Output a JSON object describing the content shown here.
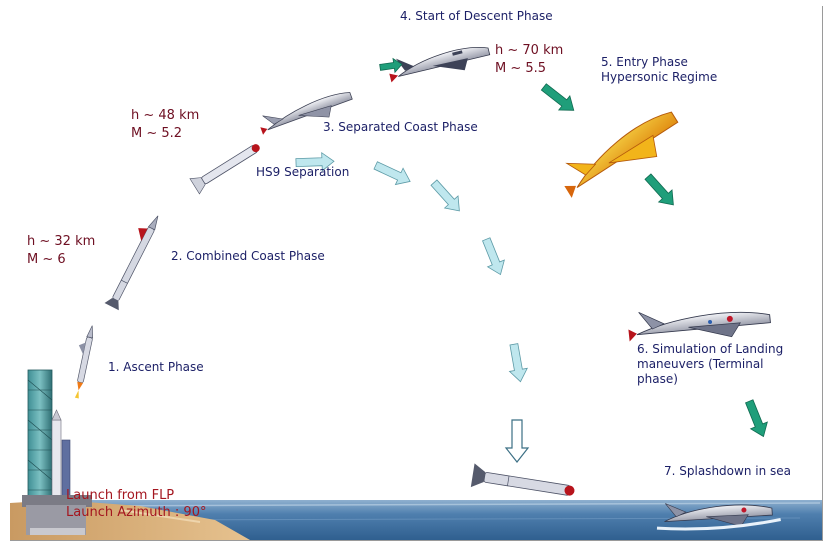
{
  "phases": {
    "ascent": "1.  Ascent Phase",
    "combined_coast": "2. Combined Coast Phase",
    "separated_coast": "3. Separated Coast  Phase",
    "hs9_separation": "HS9 Separation",
    "start_descent": "4. Start of Descent  Phase",
    "entry_line1": "5. Entry Phase",
    "entry_line2": "Hypersonic Regime",
    "landing_sim": "6. Simulation of Landing\n   maneuvers (Terminal\n   phase)",
    "splashdown": "7.   Splashdown in sea"
  },
  "conditions": {
    "ascent": {
      "h": "h ~ 32 km",
      "m": "M ~ 6"
    },
    "coast": {
      "h": "h ~ 48 km",
      "m": "M ~ 5.2"
    },
    "descent": {
      "h": "h ~ 70 km",
      "m": "M ~ 5.5"
    }
  },
  "launch": {
    "site": "Launch from FLP",
    "azimuth": "Launch Azimuth : 90°"
  },
  "colors": {
    "arrow_green": "#1f9e7a",
    "arrow_cyan": "#bfe7ee",
    "sea": "#4a7aa8",
    "sand": "#d9b07a",
    "vehicle_body": "#d9dbe2",
    "vehicle_hot": "#f0b81a"
  }
}
